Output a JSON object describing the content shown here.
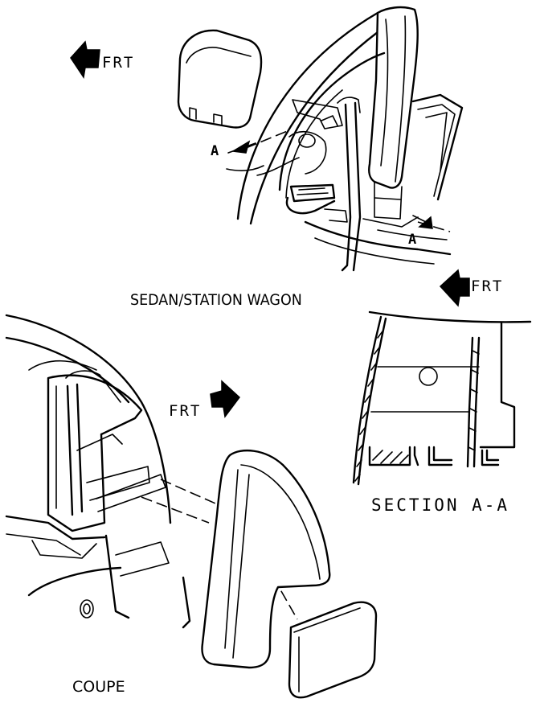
{
  "labels": {
    "sedan_station_wagon": "SEDAN/STATION WAGON",
    "coupe": "COUPE",
    "section": "SECTION A-A",
    "front_direction": "FRT",
    "section_reference": "A"
  },
  "icons": {
    "front_arrow": "bold-arrow-icon",
    "section_cut_arrow": "section-arrow-icon"
  }
}
